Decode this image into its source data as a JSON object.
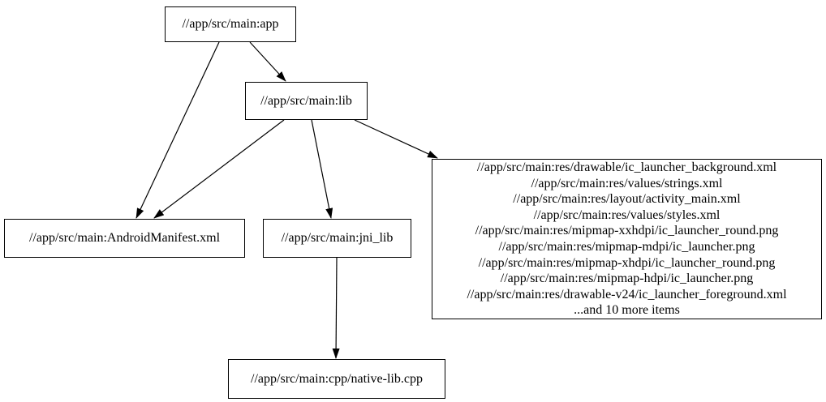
{
  "diagram": {
    "type": "dependency-graph",
    "nodes": {
      "app": {
        "label": "//app/src/main:app"
      },
      "lib": {
        "label": "//app/src/main:lib"
      },
      "manifest": {
        "label": "//app/src/main:AndroidManifest.xml"
      },
      "jni_lib": {
        "label": "//app/src/main:jni_lib"
      },
      "native_cpp": {
        "label": "//app/src/main:cpp/native-lib.cpp"
      },
      "resources": {
        "lines": [
          "//app/src/main:res/drawable/ic_launcher_background.xml",
          "//app/src/main:res/values/strings.xml",
          "//app/src/main:res/layout/activity_main.xml",
          "//app/src/main:res/values/styles.xml",
          "//app/src/main:res/mipmap-xxhdpi/ic_launcher_round.png",
          "//app/src/main:res/mipmap-mdpi/ic_launcher.png",
          "//app/src/main:res/mipmap-xhdpi/ic_launcher_round.png",
          "//app/src/main:res/mipmap-hdpi/ic_launcher.png",
          "//app/src/main:res/drawable-v24/ic_launcher_foreground.xml",
          "...and 10 more items"
        ]
      }
    },
    "edges": [
      {
        "from": "app",
        "to": "lib"
      },
      {
        "from": "app",
        "to": "manifest"
      },
      {
        "from": "lib",
        "to": "manifest"
      },
      {
        "from": "lib",
        "to": "jni_lib"
      },
      {
        "from": "lib",
        "to": "resources"
      },
      {
        "from": "jni_lib",
        "to": "native_cpp"
      }
    ],
    "colors": {
      "background": "#ffffff",
      "node_fill": "#ffffff",
      "node_border": "#000000",
      "edge": "#000000",
      "text": "#000000"
    }
  }
}
